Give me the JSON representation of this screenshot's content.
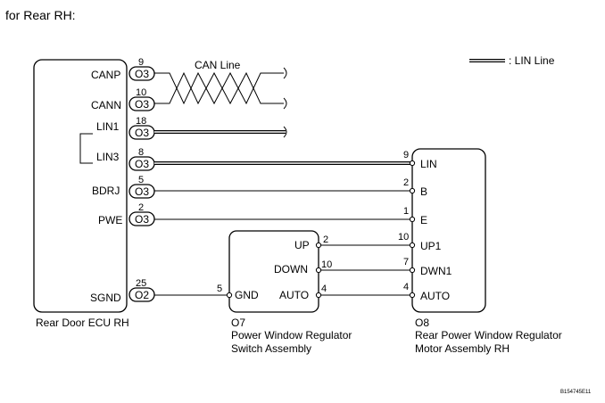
{
  "header": {
    "title": "for Rear RH:"
  },
  "legend": {
    "label": ": LIN Line"
  },
  "can_label": "CAN Line",
  "ecu": {
    "name": "Rear Door ECU RH",
    "pins": [
      {
        "label": "CANP",
        "connector": "O3",
        "pin": "9"
      },
      {
        "label": "CANN",
        "connector": "O3",
        "pin": "10"
      },
      {
        "label": "LIN1",
        "connector": "O3",
        "pin": "18"
      },
      {
        "label": "LIN3",
        "connector": "O3",
        "pin": "8"
      },
      {
        "label": "BDRJ",
        "connector": "O3",
        "pin": "5"
      },
      {
        "label": "PWE",
        "connector": "O3",
        "pin": "2"
      },
      {
        "label": "SGND",
        "connector": "O2",
        "pin": "25"
      }
    ]
  },
  "switch": {
    "id": "O7",
    "name_line1": "Power Window Regulator",
    "name_line2": "Switch Assembly",
    "pins": [
      {
        "label": "UP",
        "pin": "2"
      },
      {
        "label": "DOWN",
        "pin": "10"
      },
      {
        "label": "AUTO",
        "pin": "4"
      },
      {
        "label": "GND",
        "pin": "5"
      }
    ]
  },
  "motor": {
    "id": "O8",
    "name_line1": "Rear Power Window Regulator",
    "name_line2": "Motor Assembly RH",
    "pins": [
      {
        "label": "LIN",
        "pin": "9"
      },
      {
        "label": "B",
        "pin": "2"
      },
      {
        "label": "E",
        "pin": "1"
      },
      {
        "label": "UP1",
        "pin": "10"
      },
      {
        "label": "DWN1",
        "pin": "7"
      },
      {
        "label": "AUTO",
        "pin": "4"
      }
    ]
  },
  "figure_code": "B154745E11"
}
